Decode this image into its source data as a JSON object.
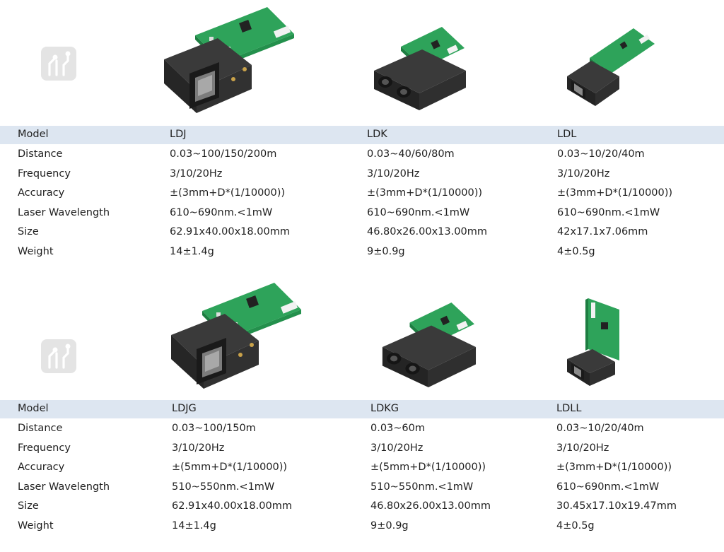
{
  "sections": [
    {
      "columns": [
        "LDJ",
        "LDK",
        "LDL"
      ],
      "rows": [
        {
          "label": "Model",
          "values": [
            "LDJ",
            "LDK",
            "LDL"
          ]
        },
        {
          "label": "Distance",
          "values": [
            "0.03~100/150/200m",
            "0.03~40/60/80m",
            "0.03~10/20/40m"
          ]
        },
        {
          "label": "Frequency",
          "values": [
            "3/10/20Hz",
            "3/10/20Hz",
            "3/10/20Hz"
          ]
        },
        {
          "label": "Accuracy",
          "values": [
            "±(3mm+D*(1/10000))",
            "±(3mm+D*(1/10000))",
            "±(3mm+D*(1/10000))"
          ]
        },
        {
          "label": "Laser Wavelength",
          "values": [
            "610~690nm.<1mW",
            "610~690nm.<1mW",
            "610~690nm.<1mW"
          ]
        },
        {
          "label": "Size",
          "values": [
            "62.91x40.00x18.00mm",
            "46.80x26.00x13.00mm",
            "42x17.1x7.06mm"
          ]
        },
        {
          "label": "Weight",
          "values": [
            "14±1.4g",
            "9±0.9g",
            "4±0.5g"
          ]
        }
      ]
    },
    {
      "columns": [
        "LDJG",
        "LDKG",
        "LDLL"
      ],
      "rows": [
        {
          "label": "Model",
          "values": [
            "LDJG",
            "LDKG",
            "LDLL"
          ]
        },
        {
          "label": "Distance",
          "values": [
            "0.03~100/150m",
            "0.03~60m",
            "0.03~10/20/40m"
          ]
        },
        {
          "label": "Frequency",
          "values": [
            "3/10/20Hz",
            "3/10/20Hz",
            "3/10/20Hz"
          ]
        },
        {
          "label": "Accuracy",
          "values": [
            "±(5mm+D*(1/10000))",
            "±(5mm+D*(1/10000))",
            "±(3mm+D*(1/10000))"
          ]
        },
        {
          "label": "Laser Wavelength",
          "values": [
            "510~550nm.<1mW",
            "510~550nm.<1mW",
            "610~690nm.<1mW"
          ]
        },
        {
          "label": "Size",
          "values": [
            "62.91x40.00x18.00mm",
            "46.80x26.00x13.00mm",
            "30.45x17.10x19.47mm"
          ]
        },
        {
          "label": "Weight",
          "values": [
            "14±1.4g",
            "9±0.9g",
            "4±0.5g"
          ]
        }
      ]
    }
  ],
  "colors": {
    "header_band": "#dde6f1",
    "pcb_green": "#2ea35a",
    "housing_black": "#2b2b2b",
    "logo_gray": "#e2e2e2"
  },
  "icons": [
    "brand-logo-icon",
    "laser-module-ldj",
    "laser-module-ldk",
    "laser-module-ldl",
    "laser-module-ldjg",
    "laser-module-ldkg",
    "laser-module-ldll"
  ]
}
